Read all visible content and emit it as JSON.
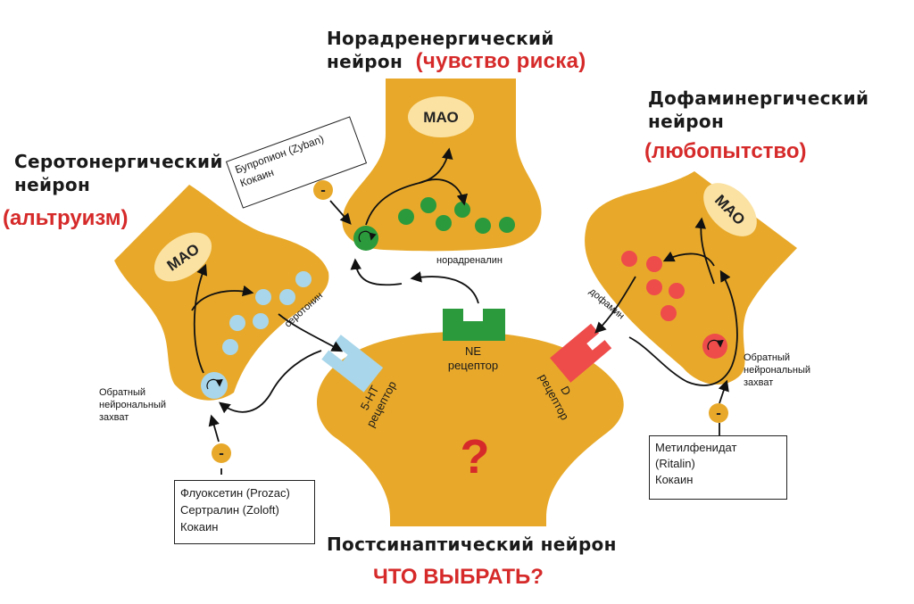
{
  "titles": {
    "noradrenergic": {
      "line1": "Норадренергический",
      "line2": "нейрон",
      "trait": "(чувство риска)"
    },
    "dopaminergic": {
      "line1": "Дофаминергический",
      "line2": "нейрон",
      "trait": "(любопытство)"
    },
    "serotonergic": {
      "line1": "Серотонергический",
      "line2": "нейрон",
      "trait": "(альтруизм)"
    },
    "postsynaptic": "Постсинаптический нейрон",
    "question": "ЧТО ВЫБРАТЬ?"
  },
  "mao_label": "МАО",
  "neurotransmitters": {
    "norepinephrine": "норадреналин",
    "serotonin": "серотонин",
    "dopamine": "дофамин"
  },
  "receptors": {
    "ne": {
      "line1": "NE",
      "line2": "рецептор"
    },
    "ht": {
      "line1": "5-HT",
      "line2": "рецептор"
    },
    "d": {
      "line1": "D",
      "line2": "рецептор"
    }
  },
  "reuptake": {
    "left": [
      "Обратный",
      "нейрональный",
      "захват"
    ],
    "right": [
      "Обратный",
      "нейрональный",
      "захват"
    ]
  },
  "drug_boxes": {
    "ne": [
      "Бупропион (Zyban)",
      "Кокаин"
    ],
    "serotonin": [
      "Флуоксетин (Prozac)",
      "Сертралин (Zoloft)",
      "Кокаин"
    ],
    "dopamine": [
      "Метилфенидат",
      "(Ritalin)",
      "Кокаин"
    ]
  },
  "inhibit_symbol": "-",
  "question_mark": "?",
  "colors": {
    "neuron": "#e8a92a",
    "mao": "#fbe2a3",
    "ne_vesicle": "#2a9a3c",
    "serotonin_vesicle": "#a9d6ea",
    "dopamine_vesicle": "#ee4b4b",
    "accent_red": "#d62a2a"
  }
}
